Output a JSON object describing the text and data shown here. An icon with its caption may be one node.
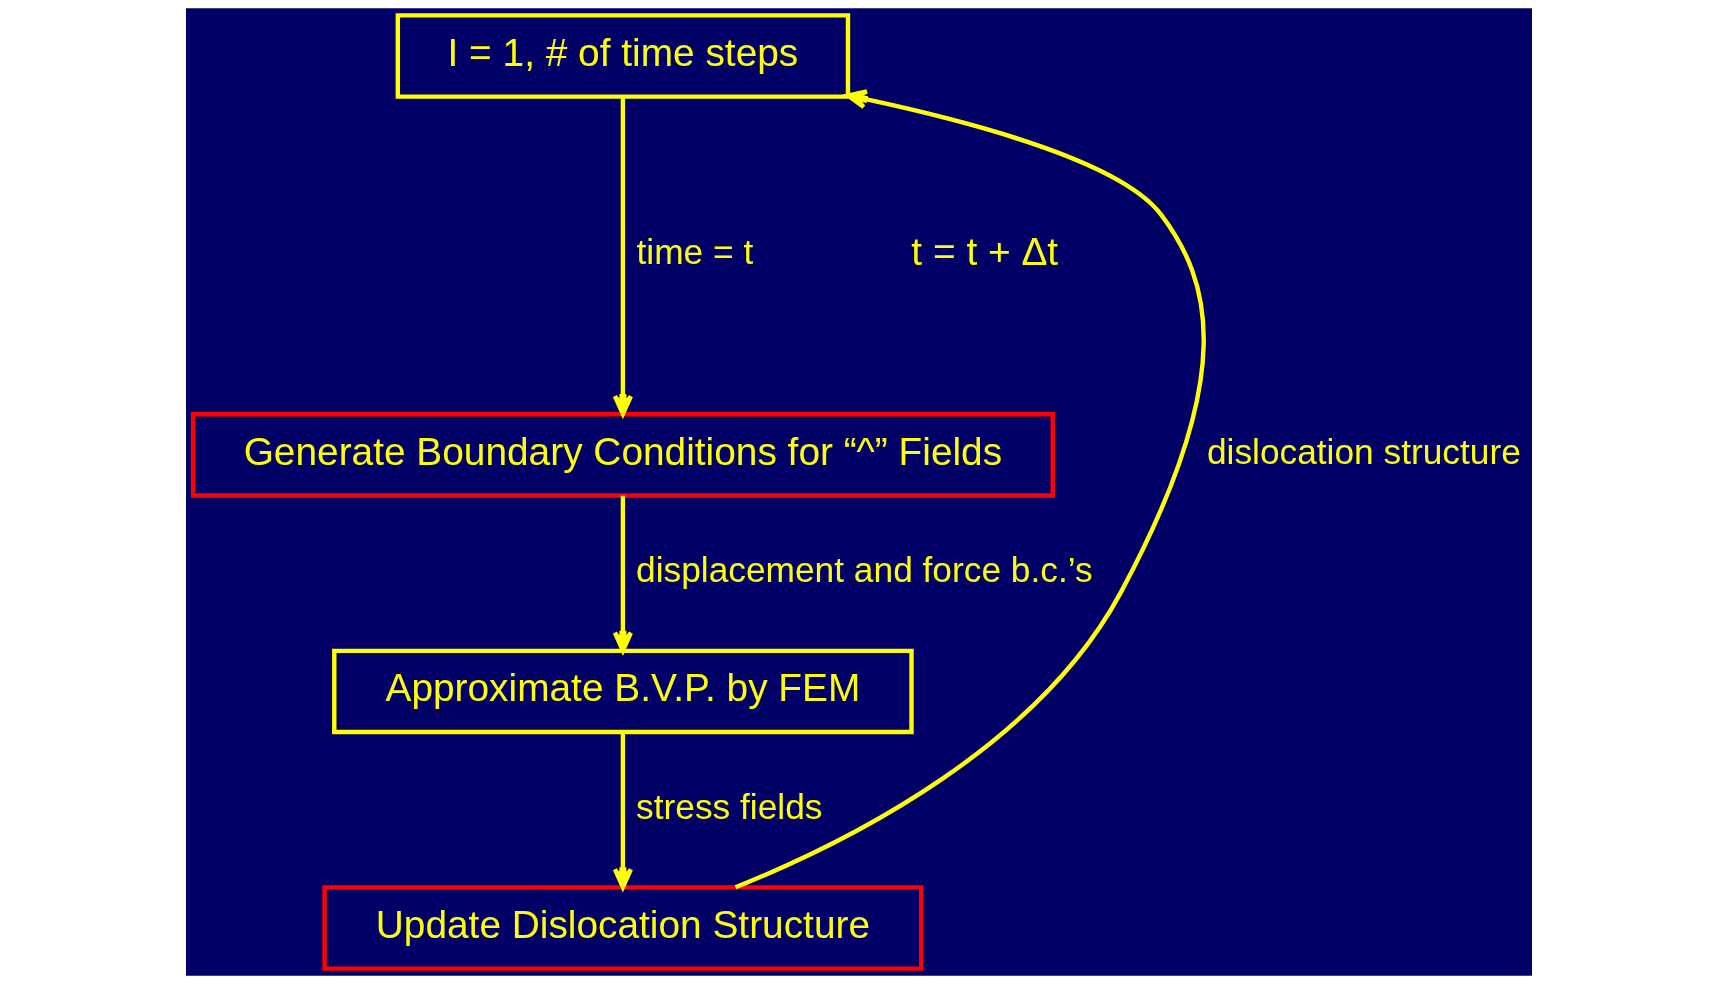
{
  "diagram": {
    "nodes": [
      {
        "text": [
          "I = 1, # of time steps"
        ]
      },
      {
        "text": [
          "Generate Boundary Conditions for “^” Fields"
        ]
      },
      {
        "text": [
          "Approximate B.V.P. by FEM"
        ]
      },
      {
        "text": [
          "Update Dislocation Structure"
        ]
      }
    ],
    "edges": [
      {
        "from": 0,
        "to": 1,
        "arrow": "to",
        "label": "time = t"
      },
      {
        "from": 1,
        "to": 2,
        "arrow": "to",
        "label": "displacement and force b.c.’s"
      },
      {
        "from": 2,
        "to": 3,
        "arrow": "to",
        "label": "stress fields"
      },
      {
        "from": 3,
        "to": 0,
        "arrow": "to",
        "label": "dislocation structure"
      }
    ],
    "labels": [
      "t = t + Δt"
    ]
  }
}
